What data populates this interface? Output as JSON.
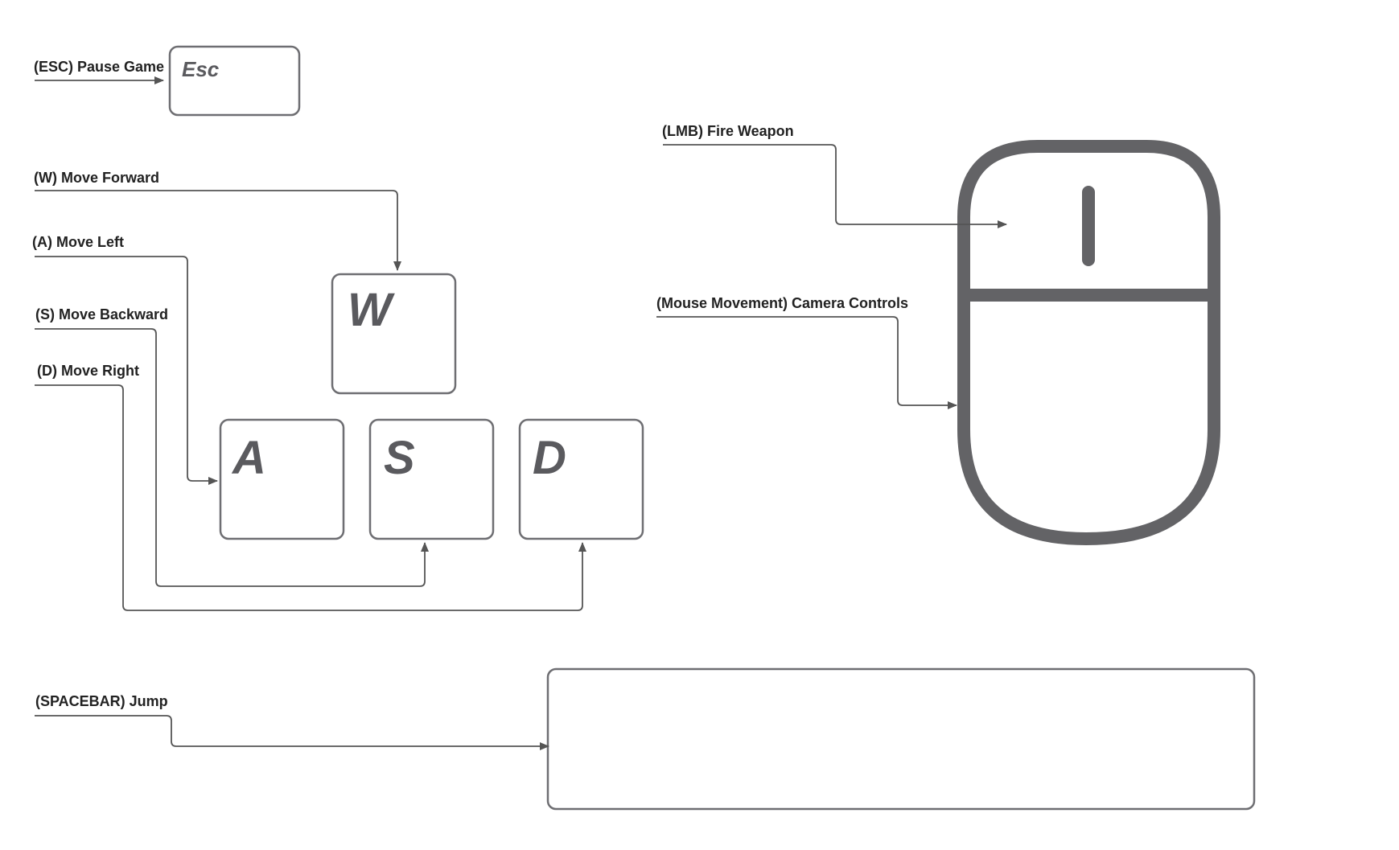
{
  "keys": {
    "esc": "Esc",
    "w": "W",
    "a": "A",
    "s": "S",
    "d": "D"
  },
  "labels": {
    "esc": "(ESC) Pause Game",
    "w": "(W) Move Forward",
    "a": "(A) Move Left",
    "s": "(S) Move Backward",
    "d": "(D) Move Right",
    "spacebar": "(SPACEBAR) Jump",
    "lmb": "(LMB) Fire Weapon",
    "mouse_movement": "(Mouse Movement) Camera Controls"
  },
  "colors": {
    "key_border": "#6e6e72",
    "key_text": "#5a5a5e",
    "mouse": "#636366",
    "connector": "#555555",
    "label_text": "#222222"
  },
  "icons": {
    "mouse": "mouse-icon"
  }
}
